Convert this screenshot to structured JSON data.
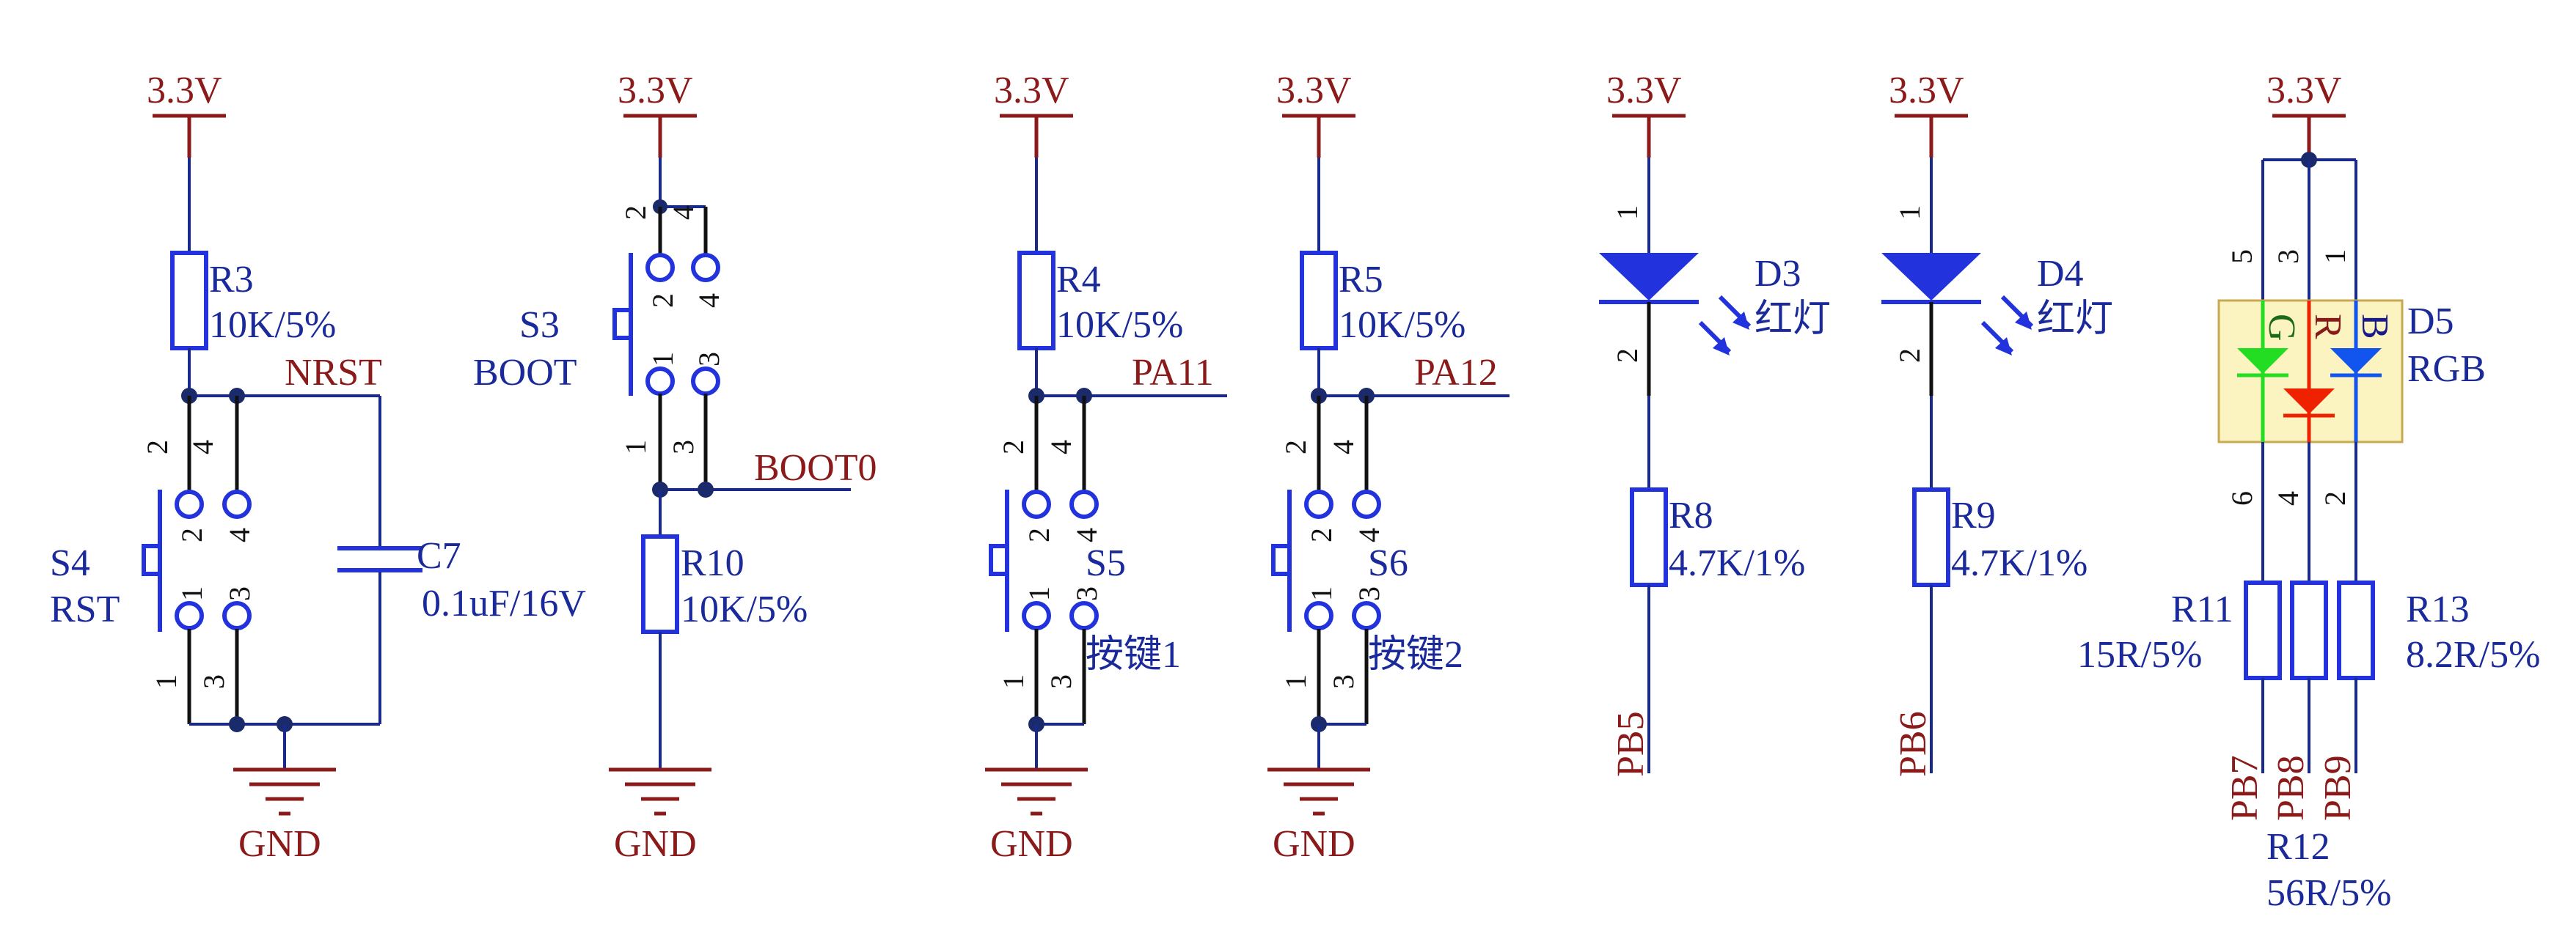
{
  "power": {
    "vcc": "3.3V",
    "gnd": "GND"
  },
  "rst": {
    "switch_ref": "S4",
    "switch_val": "RST",
    "res_ref": "R3",
    "res_val": "10K/5%",
    "cap_ref": "C7",
    "cap_val": "0.1uF/16V",
    "net": "NRST"
  },
  "boot": {
    "switch_ref": "S3",
    "switch_val": "BOOT",
    "res_ref": "R10",
    "res_val": "10K/5%",
    "net": "BOOT0"
  },
  "key1": {
    "switch_ref": "S5",
    "switch_val": "按键1",
    "res_ref": "R4",
    "res_val": "10K/5%",
    "net": "PA11"
  },
  "key2": {
    "switch_ref": "S6",
    "switch_val": "按键2",
    "res_ref": "R5",
    "res_val": "10K/5%",
    "net": "PA12"
  },
  "led1": {
    "diode_ref": "D3",
    "diode_val": "红灯",
    "res_ref": "R8",
    "res_val": "4.7K/1%",
    "net": "PB5"
  },
  "led2": {
    "diode_ref": "D4",
    "diode_val": "红灯",
    "res_ref": "R9",
    "res_val": "4.7K/1%",
    "net": "PB6"
  },
  "rgb": {
    "diode_ref": "D5",
    "diode_val": "RGB",
    "g": "G",
    "r": "R",
    "b": "B",
    "r11_ref": "R11",
    "r11_val": "15R/5%",
    "r12_ref": "R12",
    "r12_val": "56R/5%",
    "r13_ref": "R13",
    "r13_val": "8.2R/5%",
    "nets": [
      "PB7",
      "PB8",
      "PB9"
    ],
    "colors": {
      "green": "#22dd22",
      "red": "#ee2200",
      "blue": "#1155ee",
      "box": "#fbf3c0"
    }
  },
  "pins": {
    "p1": "1",
    "p2": "2",
    "p3": "3",
    "p4": "4",
    "p5": "5",
    "p6": "6"
  },
  "colors": {
    "wire": "#1a2a8a",
    "part": "#2233dd",
    "power": "#8b1a1a",
    "ref": "#1a2a9a"
  }
}
